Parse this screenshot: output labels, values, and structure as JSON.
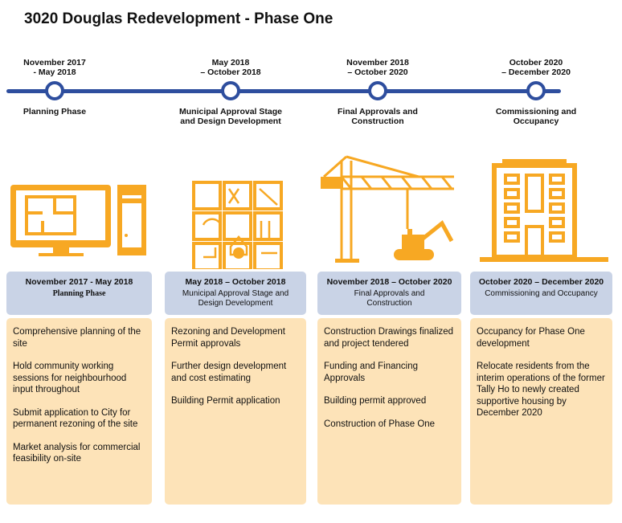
{
  "title": "3020 Douglas Redevelopment - Phase One",
  "colors": {
    "accent": "#f7a823",
    "timeline": "#2e4e9e",
    "header_bg": "#c9d3e6",
    "body_bg": "#fde3b8"
  },
  "phases": [
    {
      "date_line1": "November 2017",
      "date_line2": "- May  2018",
      "label": "Planning Phase",
      "header_date": "November 2017 - May  2018",
      "header_label": "Planning Phase",
      "icon": "computer-floorplan-icon",
      "items": [
        "Comprehensive planning of the site",
        "Hold community working sessions for neighbourhood input throughout",
        "Submit application to City for permanent rezoning of the site",
        "Market analysis for commercial feasibility on-site"
      ]
    },
    {
      "date_line1": "May 2018",
      "date_line2": "– October 2018",
      "label": "Municipal Approval Stage and Design Development",
      "header_date": "May 2018 – October 2018",
      "header_label": "Municipal Approval Stage and Design Development",
      "icon": "design-tools-grid-icon",
      "items": [
        "Rezoning and Development Permit approvals",
        "Further design development and cost estimating",
        "Building Permit application"
      ]
    },
    {
      "date_line1": "November 2018",
      "date_line2": "– October 2020",
      "label": "Final Approvals and Construction",
      "header_date": "November 2018 – October 2020",
      "header_label": "Final Approvals and Construction",
      "icon": "crane-excavator-icon",
      "items": [
        "Construction Drawings finalized and project tendered",
        "Funding and Financing Approvals",
        "Building permit approved",
        "Construction of Phase One"
      ]
    },
    {
      "date_line1": "October 2020",
      "date_line2": "– December 2020",
      "label": "Commissioning and Occupancy",
      "header_date": "October 2020 – December 2020",
      "header_label": "Commissioning and Occupancy",
      "icon": "building-icon",
      "items": [
        "Occupancy for Phase One development",
        "Relocate residents from the interim operations of the former Tally Ho to newly created supportive housing by December 2020"
      ]
    }
  ]
}
